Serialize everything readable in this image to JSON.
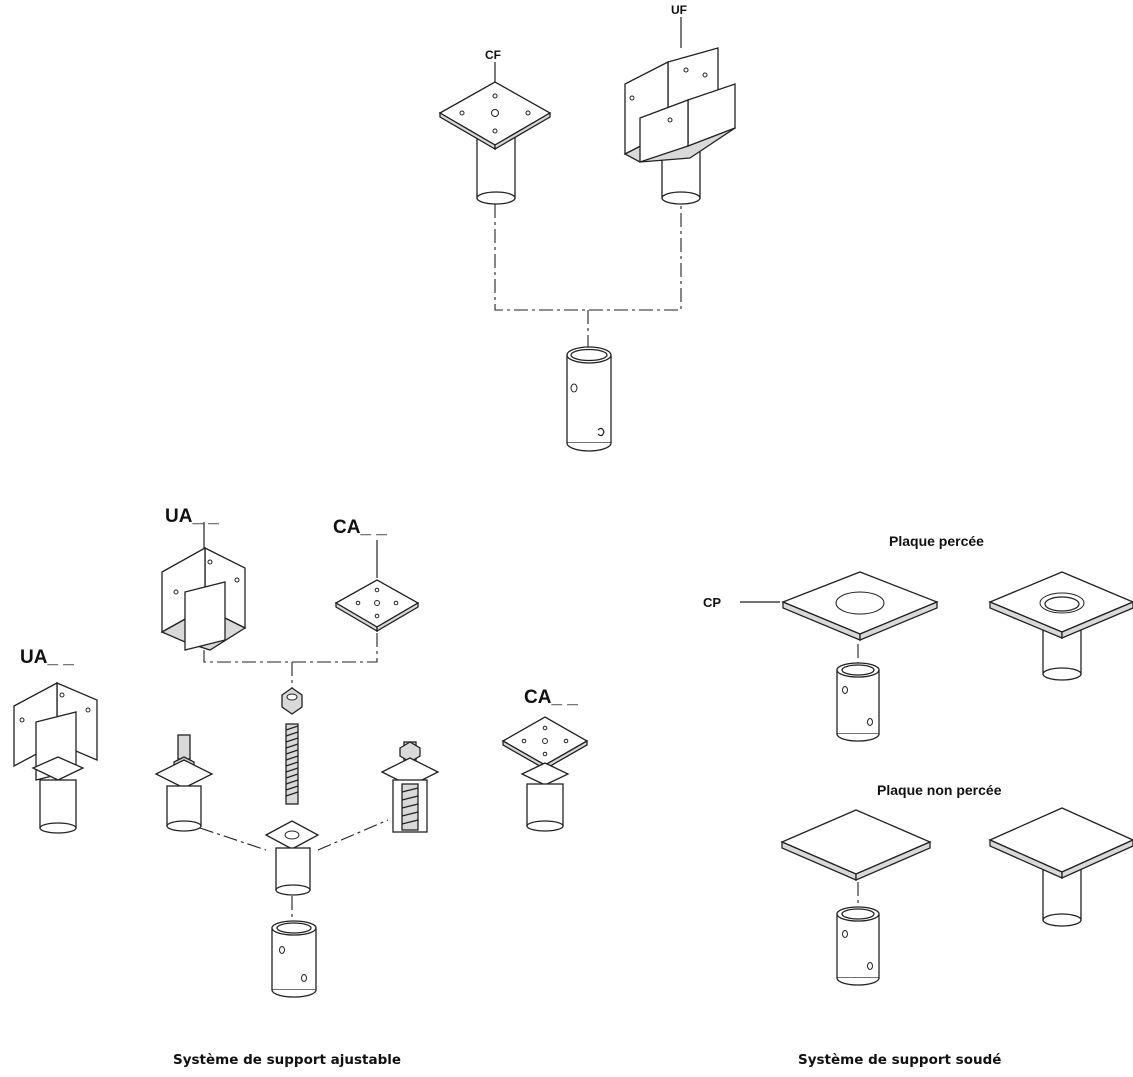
{
  "labels": {
    "cf": "CF",
    "uf": "UF",
    "ua_top": "UA_ _",
    "ca_top": "CA_ _",
    "ua_left": "UA_ _",
    "ca_right": "CA_ _",
    "cp": "CP",
    "plaque_percee": "Plaque percée",
    "plaque_non_percee": "Plaque non percée"
  },
  "captions": {
    "adjustable": "Système de support ajustable",
    "welded": "Système de support soudé"
  }
}
